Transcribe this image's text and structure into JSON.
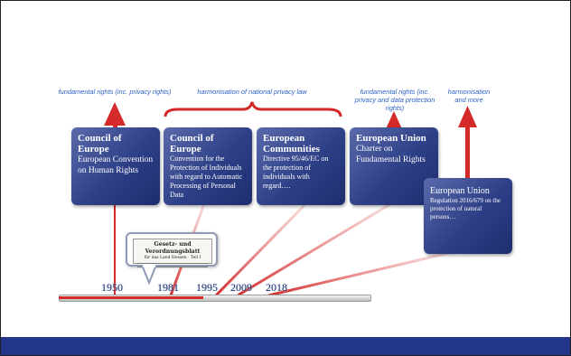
{
  "annotations": {
    "fundamental_rights_1": "fundamental rights (inc. privacy rights)",
    "harmonisation_national": "harmonisation of national privacy law",
    "fundamental_rights_2": "fundamental rights (inc. privacy and data protection rights)",
    "harmonisation_more": "harmonisation and more"
  },
  "boxes": [
    {
      "title": "Council of Europe",
      "body": "European Convention on Human Rights"
    },
    {
      "title": "Council of Europe",
      "body": "Convention for the Protection of Individuals with regard to Automatic Processing of Personal Data"
    },
    {
      "title": "European Communities",
      "body": "Directive 95/46/EC on the protection of individuals with regard…."
    },
    {
      "title": "European Union",
      "body": "Charter on Fundamental Rights"
    },
    {
      "title": "European Union",
      "body": "Regulation 2016/679 on the protection of natural persons…"
    }
  ],
  "callout": {
    "title": "Gesetz- und Verordnungsblatt",
    "subtitle": "für das Land Hessen · Teil I"
  },
  "timeline": {
    "years": [
      "1950",
      "1981",
      "1995",
      "2009",
      "2018"
    ]
  },
  "colors": {
    "box_blue": "#2d3f86",
    "arrow_red": "#d42a2a",
    "annotation_blue": "#2a62c9",
    "footer_blue": "#23368a"
  }
}
